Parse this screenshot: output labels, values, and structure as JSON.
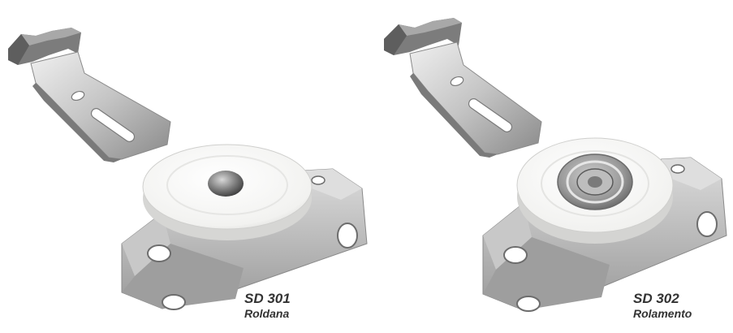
{
  "products": [
    {
      "code": "SD 301",
      "name": "Roldana"
    },
    {
      "code": "SD 302",
      "name": "Rolamento"
    }
  ],
  "colors": {
    "metal_light": "#e4e4e4",
    "metal_mid": "#b9b9b9",
    "metal_dark": "#7d7d7d",
    "nylon_white": "#f7f7f5",
    "caption_text": "#333333"
  },
  "icons": {
    "product_1": "roller-wheel-with-bracket",
    "product_2": "bearing-wheel-with-bracket"
  }
}
